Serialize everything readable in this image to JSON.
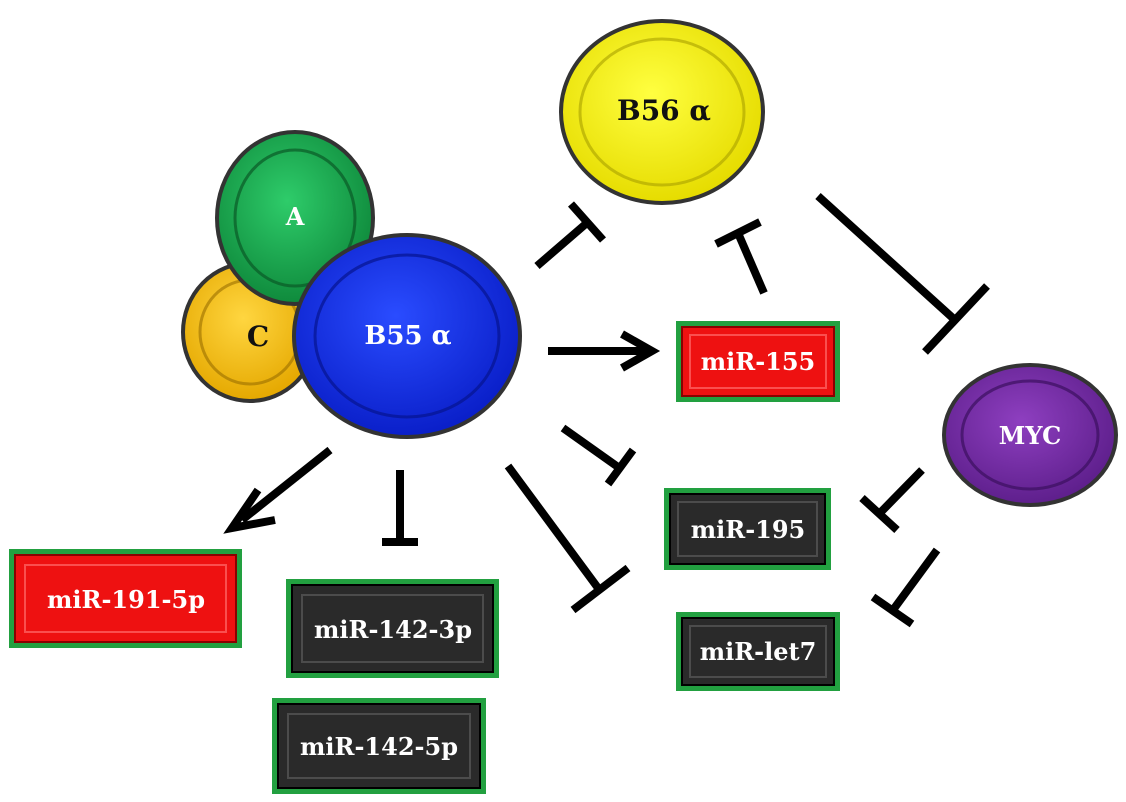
{
  "nodes": {
    "a": "A",
    "c": "C",
    "b55": "B55 α",
    "b56": "B56 α",
    "myc": "MYC"
  },
  "mirnas": {
    "mir155": "miR-155",
    "mir195": "miR-195",
    "let7": "miR-let7",
    "mir191": "miR-191-5p",
    "mir142_3p": "miR-142-3p",
    "mir142_5p": "miR-142-5p"
  },
  "colors": {
    "green_node": "#16a34a",
    "yellow_node": "#f7c300",
    "blue_node": "#1030ee",
    "b56_yellow": "#f5f000",
    "myc_purple": "#7a2ea8",
    "red_box": "#ee1111",
    "dark_box": "#2a2a2a",
    "box_border": "#22a040"
  }
}
